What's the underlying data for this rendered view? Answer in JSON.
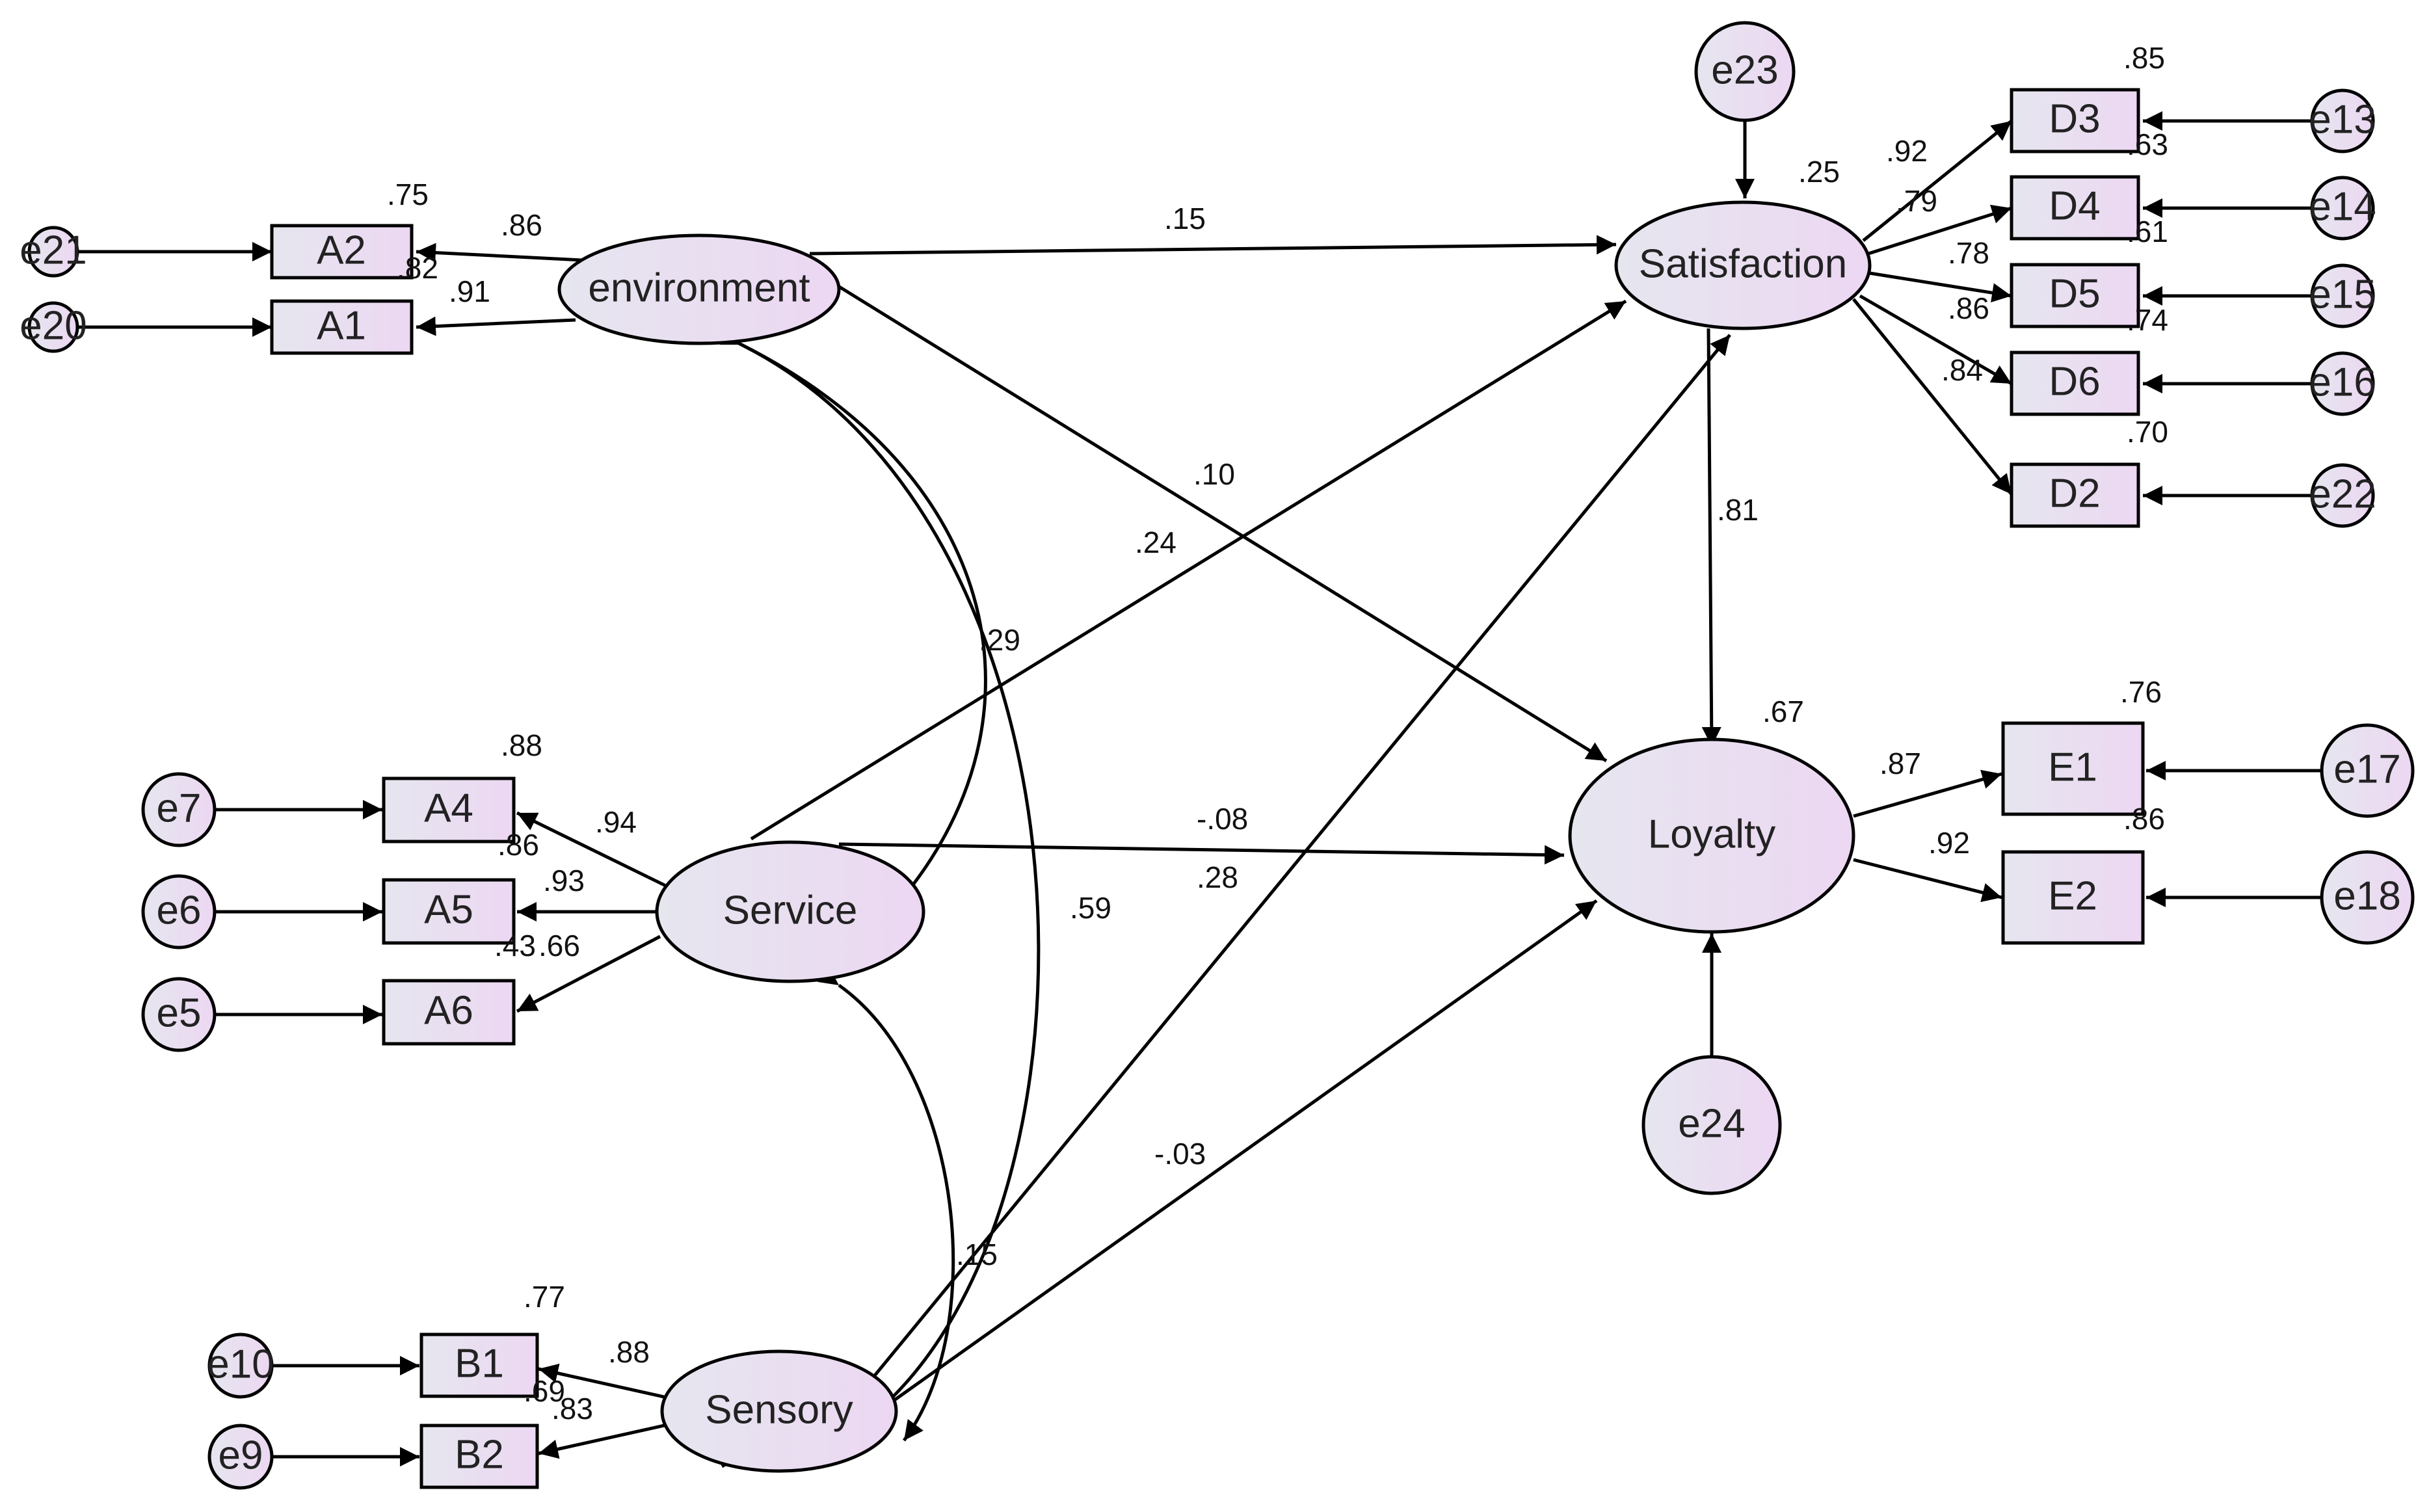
{
  "nodes": {
    "e21": "e21",
    "e20": "e20",
    "A2": "A2",
    "A1": "A1",
    "environment": "environment",
    "e23": "e23",
    "Satisfaction": "Satisfaction",
    "D3": "D3",
    "D4": "D4",
    "D5": "D5",
    "D6": "D6",
    "D2": "D2",
    "e13": "e13",
    "e14": "e14",
    "e15": "e15",
    "e16": "e16",
    "e22": "e22",
    "e7": "e7",
    "e6": "e6",
    "e5": "e5",
    "A4": "A4",
    "A5": "A5",
    "A6": "A6",
    "Service": "Service",
    "Loyalty": "Loyalty",
    "E1": "E1",
    "E2": "E2",
    "e17": "e17",
    "e18": "e18",
    "e24": "e24",
    "e10": "e10",
    "e9": "e9",
    "B1": "B1",
    "B2": "B2",
    "Sensory": "Sensory"
  },
  "coefficients": {
    "r2_A2": ".75",
    "load_env_A2": ".86",
    "r2_A1": ".82",
    "load_env_A1": ".91",
    "path_env_sat": ".15",
    "path_env_loy": ".10",
    "path_serv_sat": ".24",
    "cov_env_serv": ".29",
    "cov_env_sens": ".59",
    "path_sens_sat": ".28",
    "path_serv_loy": "-.08",
    "path_sens_loy": "-.03",
    "cov_serv_sens": ".15",
    "path_sat_loy": ".81",
    "r2_sat": ".25",
    "r2_loy": ".67",
    "r2_D3": ".85",
    "r2_D4": ".63",
    "r2_D5": ".61",
    "r2_D6": ".74",
    "r2_D2": ".70",
    "load_D3": ".92",
    "load_D4": ".79",
    "load_D5": ".78",
    "load_D6": ".86",
    "load_D2": ".84",
    "r2_A4": ".88",
    "r2_A5": ".86",
    "r2_A6": ".43",
    "load_A4": ".94",
    "load_A5": ".93",
    "load_A6": ".66",
    "r2_E1": ".76",
    "r2_E2": ".86",
    "load_E1": ".87",
    "load_E2": ".92",
    "r2_B1": ".77",
    "r2_B2": ".69",
    "load_B1": ".88",
    "load_B2": ".83"
  },
  "colors": {
    "node_fill_left": "#e6e6ef",
    "node_fill_right": "#ecd7f2",
    "stroke": "#000000",
    "background": "#ffffff"
  }
}
